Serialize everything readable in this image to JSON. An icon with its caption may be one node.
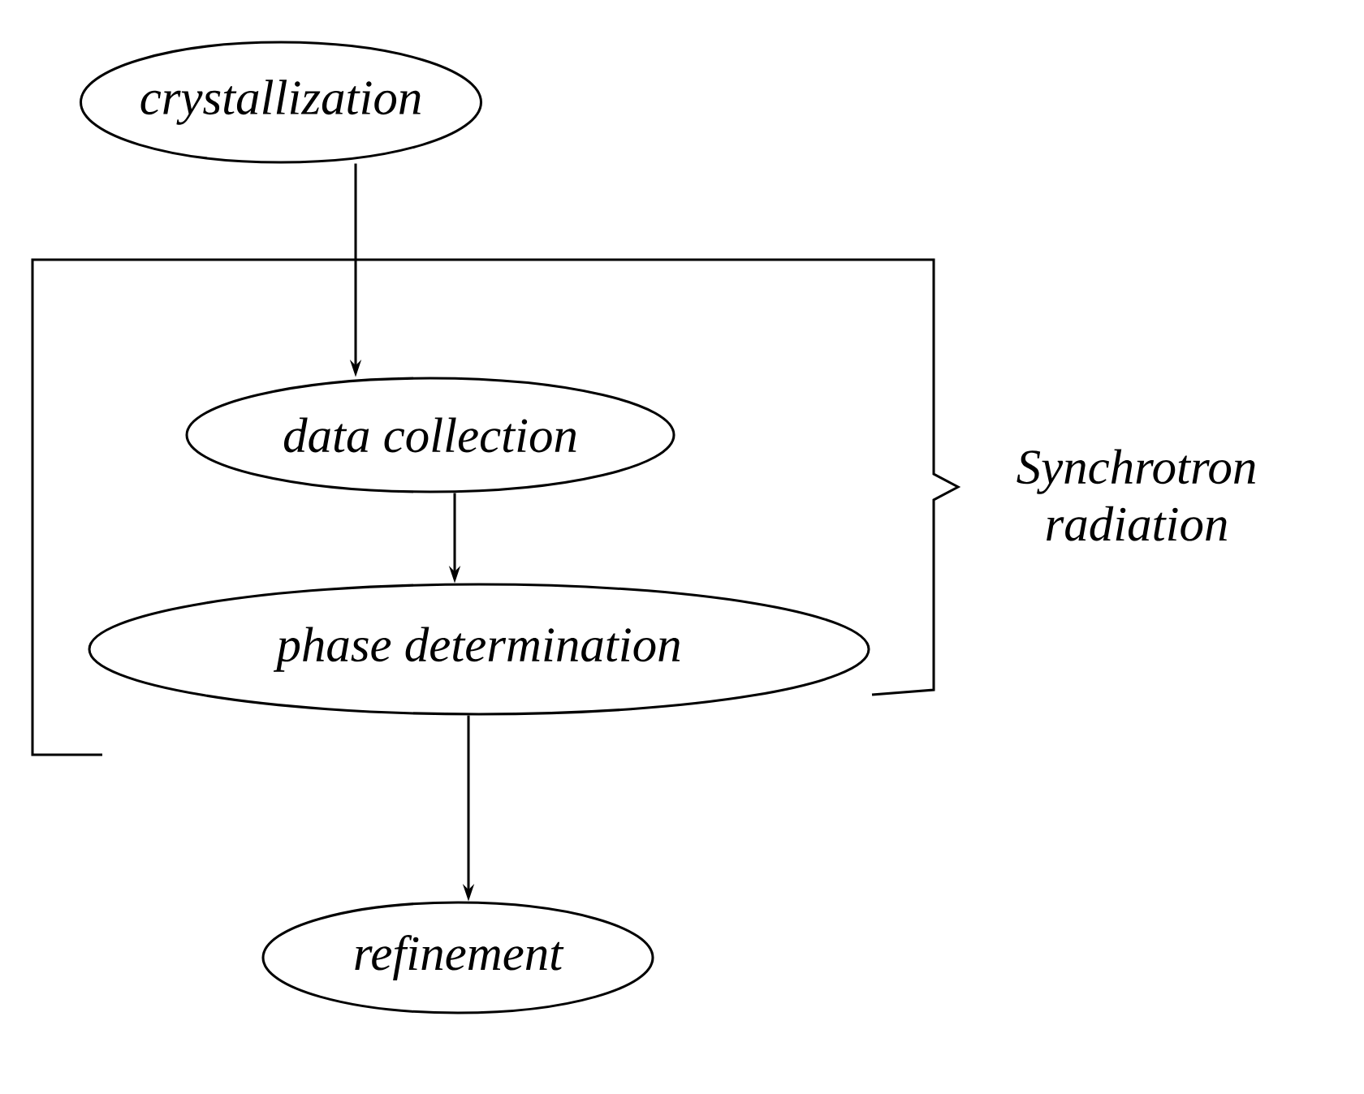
{
  "diagram": {
    "nodes": [
      {
        "text": [
          "crystallization"
        ]
      },
      {
        "text": [
          "data collection"
        ]
      },
      {
        "text": [
          "phase determination"
        ]
      },
      {
        "text": [
          "refinement"
        ]
      }
    ],
    "edges": [
      {
        "from": 0,
        "to": 1,
        "arrow": "to"
      },
      {
        "from": 1,
        "to": 2,
        "arrow": "to"
      },
      {
        "from": 2,
        "to": 3,
        "arrow": "to"
      }
    ],
    "labels": [
      "Synchrotron radiation"
    ]
  }
}
